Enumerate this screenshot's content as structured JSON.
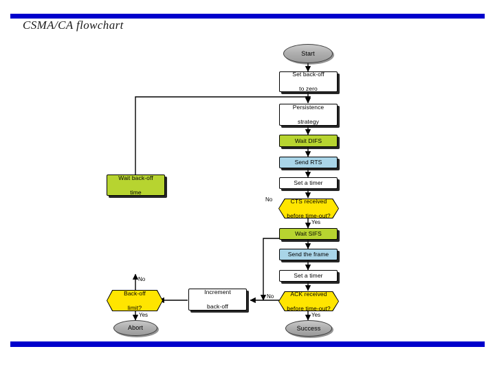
{
  "slide": {
    "title": "CSMA/CA flowchart",
    "accent_color": "#0000cc",
    "background": "#ffffff"
  },
  "diagram": {
    "type": "flowchart",
    "palette": {
      "terminator": "#b0b0b0",
      "process": "#ffffff",
      "wait": "#b7d430",
      "send": "#a9d5e8",
      "decision": "#ffe500",
      "line": "#000000"
    },
    "nodes": [
      {
        "id": "start",
        "label": "Start",
        "shape": "terminator",
        "color": "#b0b0b0"
      },
      {
        "id": "set-backoff",
        "label": "Set back-off\nto zero",
        "shape": "process",
        "color": "#ffffff"
      },
      {
        "id": "persistence",
        "label": "Persistence\nstrategy",
        "shape": "process",
        "color": "#ffffff"
      },
      {
        "id": "wait-difs",
        "label": "Wait DIFS",
        "shape": "process",
        "color": "#b7d430"
      },
      {
        "id": "send-rts",
        "label": "Send RTS",
        "shape": "process",
        "color": "#a9d5e8"
      },
      {
        "id": "timer-1",
        "label": "Set a timer",
        "shape": "process",
        "color": "#ffffff"
      },
      {
        "id": "cts-received",
        "label": "CTS received\nbefore time-out?",
        "shape": "decision",
        "color": "#ffe500"
      },
      {
        "id": "wait-sifs",
        "label": "Wait SIFS",
        "shape": "process",
        "color": "#b7d430"
      },
      {
        "id": "send-frame",
        "label": "Send the frame",
        "shape": "process",
        "color": "#a9d5e8"
      },
      {
        "id": "timer-2",
        "label": "Set a timer",
        "shape": "process",
        "color": "#ffffff"
      },
      {
        "id": "ack-received",
        "label": "ACK received\nbefore time-out?",
        "shape": "decision",
        "color": "#ffe500"
      },
      {
        "id": "success",
        "label": "Success",
        "shape": "terminator",
        "color": "#b0b0b0"
      },
      {
        "id": "increment",
        "label": "Increment\nback-off",
        "shape": "process",
        "color": "#ffffff"
      },
      {
        "id": "backoff-limit",
        "label": "Back-off\nlimit?",
        "shape": "decision",
        "color": "#ffe500"
      },
      {
        "id": "abort",
        "label": "Abort",
        "shape": "terminator",
        "color": "#b0b0b0"
      },
      {
        "id": "wait-backoff",
        "label": "Wait back-off\ntime",
        "shape": "process",
        "color": "#b7d430"
      }
    ],
    "node_lines": {
      "start": [
        "Start"
      ],
      "set-backoff": [
        "Set back-off",
        "to zero"
      ],
      "persistence": [
        "Persistence",
        "strategy"
      ],
      "wait-difs": [
        "Wait DIFS"
      ],
      "send-rts": [
        "Send RTS"
      ],
      "timer-1": [
        "Set a timer"
      ],
      "cts-received": [
        "CTS received",
        "before time-out?"
      ],
      "wait-sifs": [
        "Wait SIFS"
      ],
      "send-frame": [
        "Send the frame"
      ],
      "timer-2": [
        "Set a timer"
      ],
      "ack-received": [
        "ACK received",
        "before time-out?"
      ],
      "success": [
        "Success"
      ],
      "increment": [
        "Increment",
        "back-off"
      ],
      "backoff-limit": [
        "Back-off",
        "limit?"
      ],
      "abort": [
        "Abort"
      ],
      "wait-backoff": [
        "Wait back-off",
        "time"
      ]
    },
    "edge_labels": {
      "cts_no": "No",
      "cts_yes": "Yes",
      "ack_no": "No",
      "ack_yes": "Yes",
      "limit_no": "No",
      "limit_yes": "Yes"
    },
    "edges": [
      {
        "from": "start",
        "to": "set-backoff",
        "label": ""
      },
      {
        "from": "set-backoff",
        "to": "persistence",
        "label": ""
      },
      {
        "from": "persistence",
        "to": "wait-difs",
        "label": ""
      },
      {
        "from": "wait-difs",
        "to": "send-rts",
        "label": ""
      },
      {
        "from": "send-rts",
        "to": "timer-1",
        "label": ""
      },
      {
        "from": "timer-1",
        "to": "cts-received",
        "label": ""
      },
      {
        "from": "cts-received",
        "to": "wait-sifs",
        "label": "Yes"
      },
      {
        "from": "cts-received",
        "to": "increment",
        "label": "No"
      },
      {
        "from": "wait-sifs",
        "to": "send-frame",
        "label": ""
      },
      {
        "from": "send-frame",
        "to": "timer-2",
        "label": ""
      },
      {
        "from": "timer-2",
        "to": "ack-received",
        "label": ""
      },
      {
        "from": "ack-received",
        "to": "success",
        "label": "Yes"
      },
      {
        "from": "ack-received",
        "to": "increment",
        "label": "No"
      },
      {
        "from": "increment",
        "to": "backoff-limit",
        "label": ""
      },
      {
        "from": "backoff-limit",
        "to": "abort",
        "label": "Yes"
      },
      {
        "from": "backoff-limit",
        "to": "wait-backoff",
        "label": "No"
      },
      {
        "from": "wait-backoff",
        "to": "persistence",
        "label": ""
      }
    ]
  }
}
